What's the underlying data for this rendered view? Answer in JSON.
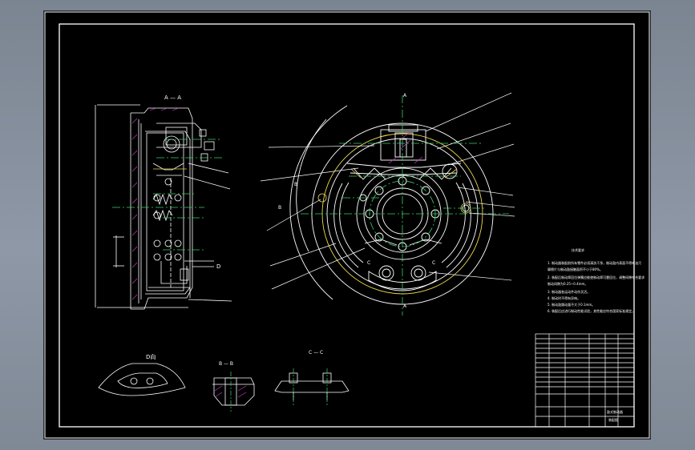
{
  "drawing": {
    "views": {
      "section_aa": "A — A",
      "section_bb": "B — B",
      "section_cc": "C — C",
      "detail_d": "D向"
    },
    "markers": {
      "a_top": "A",
      "a_bottom": "A",
      "b_left": "B",
      "b_left2": "B",
      "c_left": "C",
      "c_right": "C",
      "d_arrow": "D"
    },
    "notes": {
      "title": "技术要求",
      "lines": [
        "1. 制动器装配前所有零件必须清洗干净，制动鼓内表面不得有油污",
        "   摩擦片与制动鼓接触面积不小于80%。",
        "2. 装配后制动蹄回位弹簧应能使制动蹄可靠回位，调整间隙符合要求",
        "   制动间隙为0.25~0.4mm。",
        "3. 制动器各运动件动作灵活。",
        "4. 制动时不得有异响。",
        "5. 制动鼓跳动量不大于0.1mm。",
        "6. 装配后应进行制动性能试验，其性能应符合国家标准规定。"
      ]
    },
    "title_block": {
      "drawing_name": "鼓式制动器",
      "sub_name": "装配图"
    }
  }
}
